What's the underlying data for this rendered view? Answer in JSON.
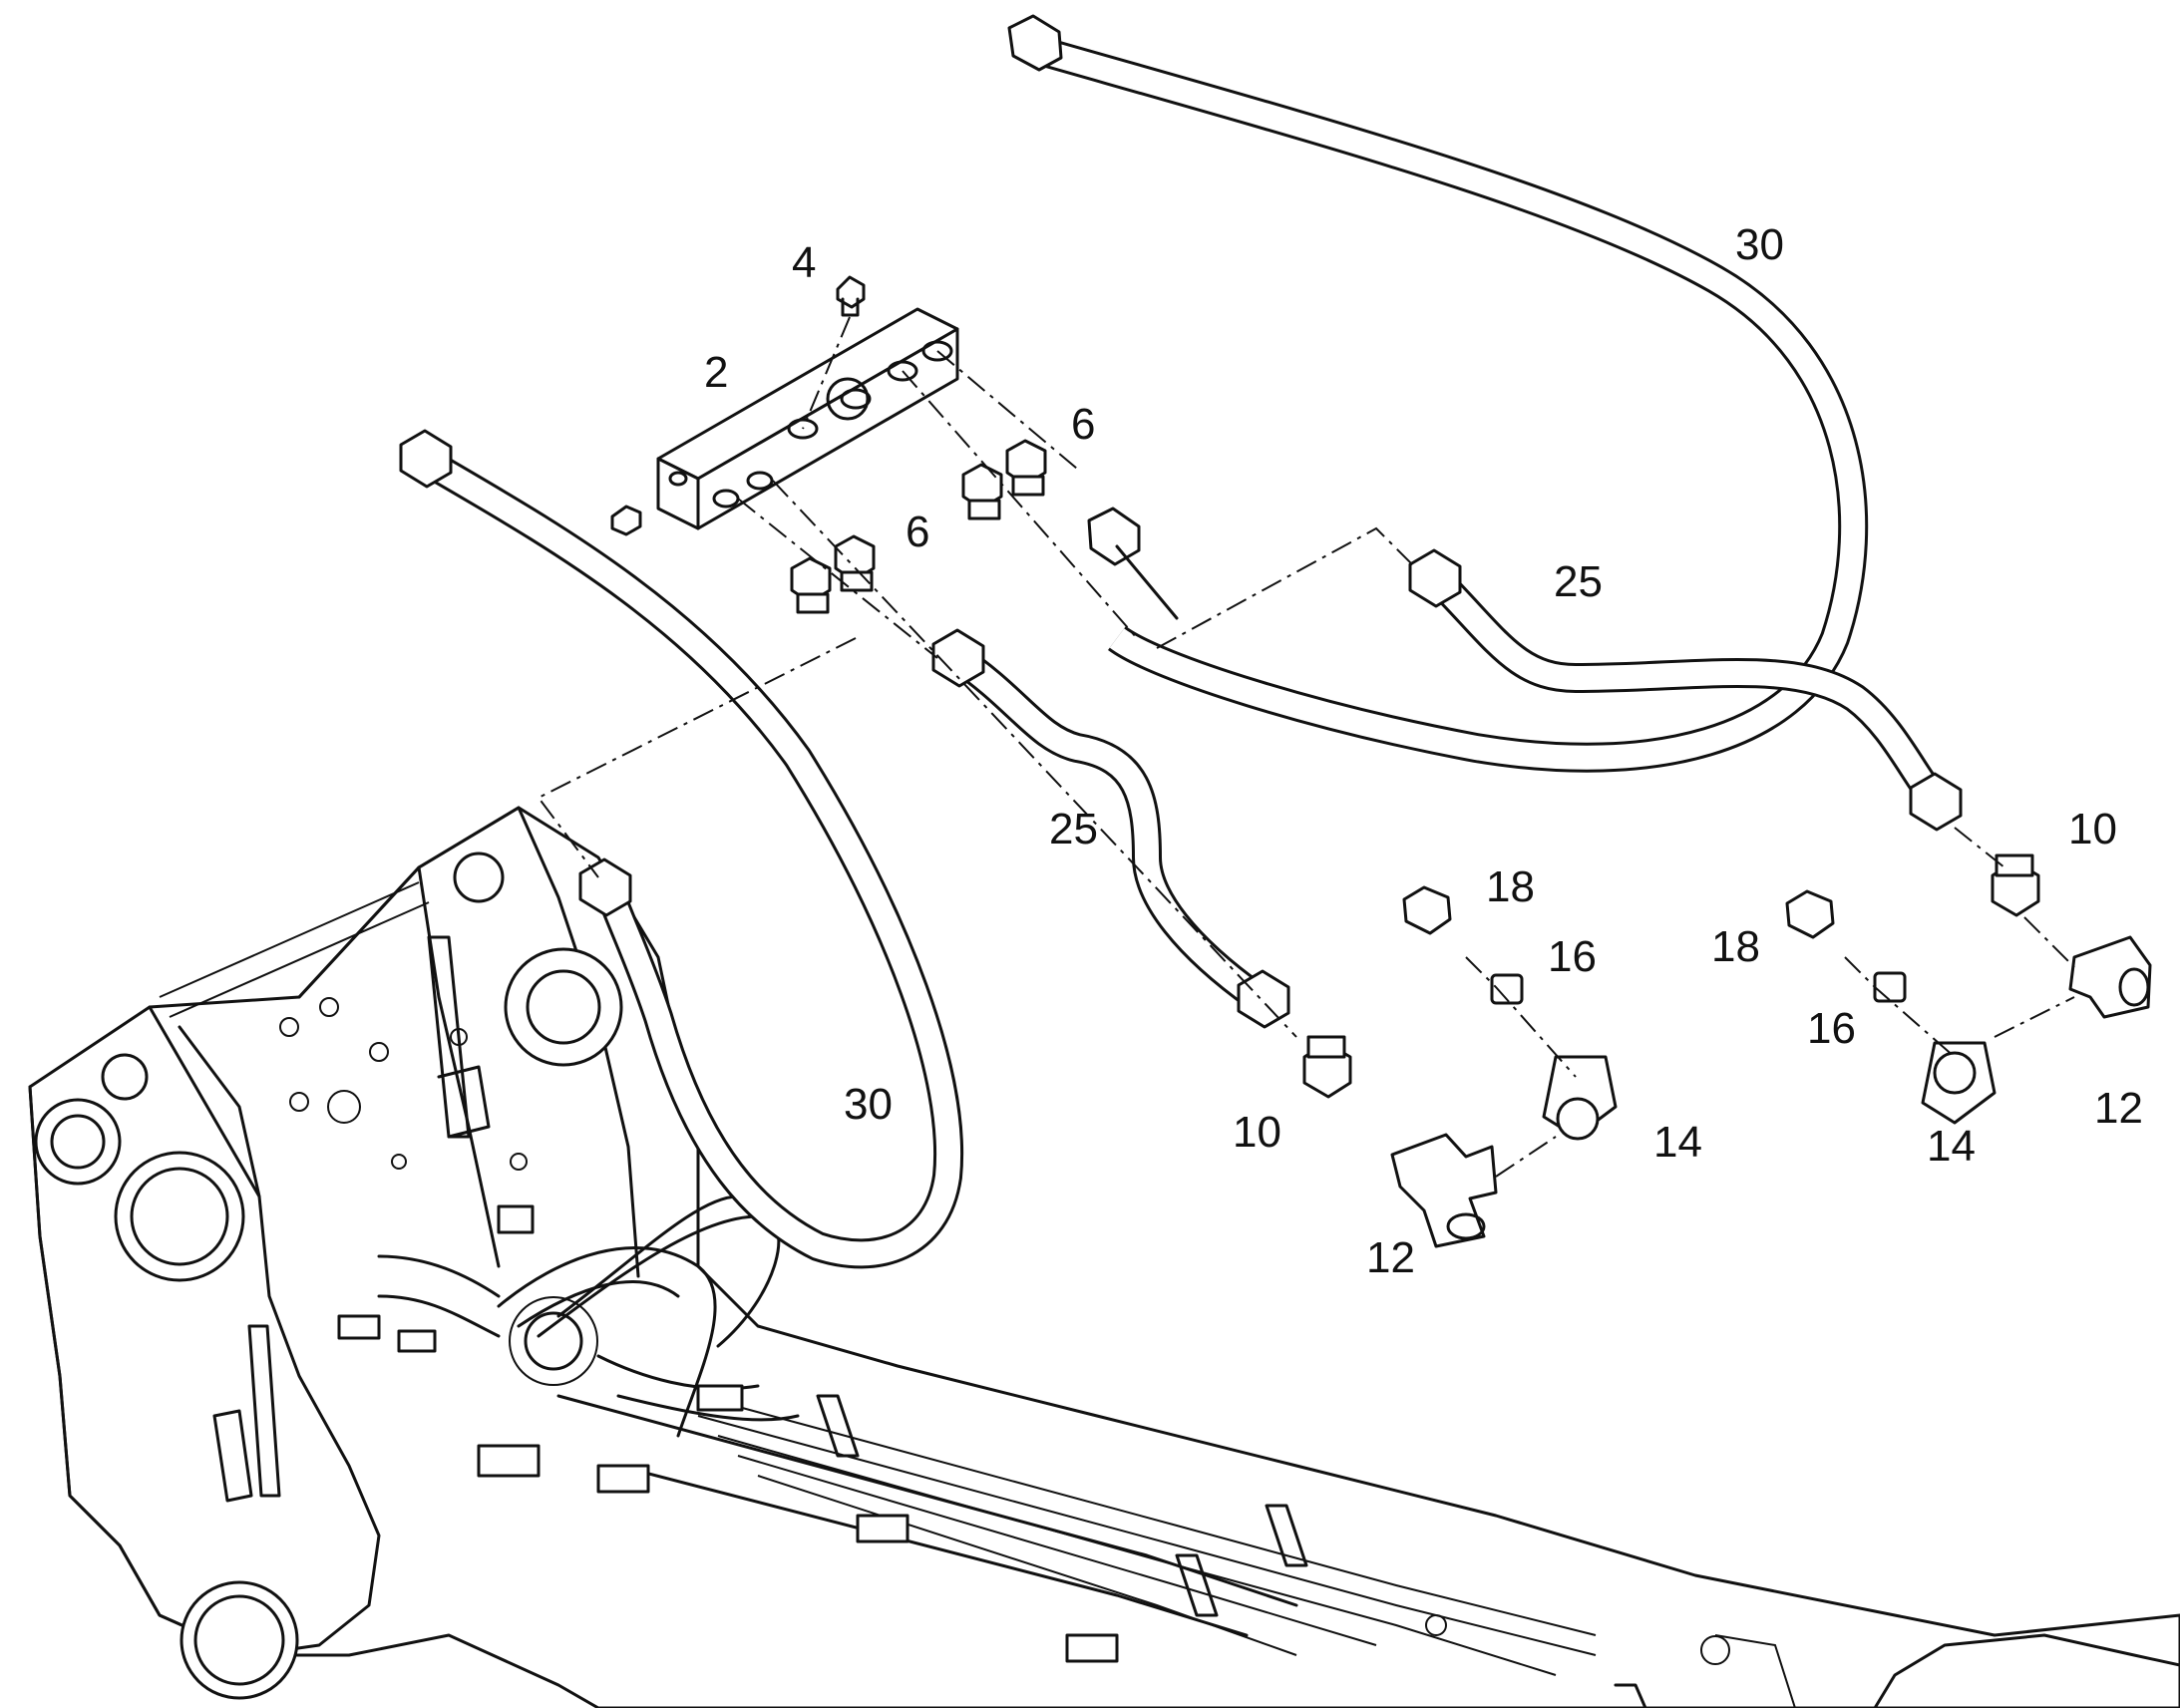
{
  "callouts": [
    {
      "id": "c4",
      "text": "4"
    },
    {
      "id": "c2",
      "text": "2"
    },
    {
      "id": "c6a",
      "text": "6"
    },
    {
      "id": "c6b",
      "text": "6"
    },
    {
      "id": "c30a",
      "text": "30"
    },
    {
      "id": "c30b",
      "text": "30"
    },
    {
      "id": "c25a",
      "text": "25"
    },
    {
      "id": "c25b",
      "text": "25"
    },
    {
      "id": "c10a",
      "text": "10"
    },
    {
      "id": "c10b",
      "text": "10"
    },
    {
      "id": "c18a",
      "text": "18"
    },
    {
      "id": "c18b",
      "text": "18"
    },
    {
      "id": "c16a",
      "text": "16"
    },
    {
      "id": "c16b",
      "text": "16"
    },
    {
      "id": "c14a",
      "text": "14"
    },
    {
      "id": "c14b",
      "text": "14"
    },
    {
      "id": "c12a",
      "text": "12"
    },
    {
      "id": "c12b",
      "text": "12"
    }
  ],
  "icons": {
    "hose": "hydraulic-hose-icon",
    "block": "manifold-block-icon",
    "fitting": "adapter-fitting-icon",
    "tee": "tee-fitting-icon",
    "elbow": "elbow-fitting-icon",
    "cap": "cap-icon",
    "plug": "plug-icon",
    "frame": "boom-frame-icon"
  },
  "colors": {
    "line": "#111111",
    "background": "#ffffff"
  }
}
